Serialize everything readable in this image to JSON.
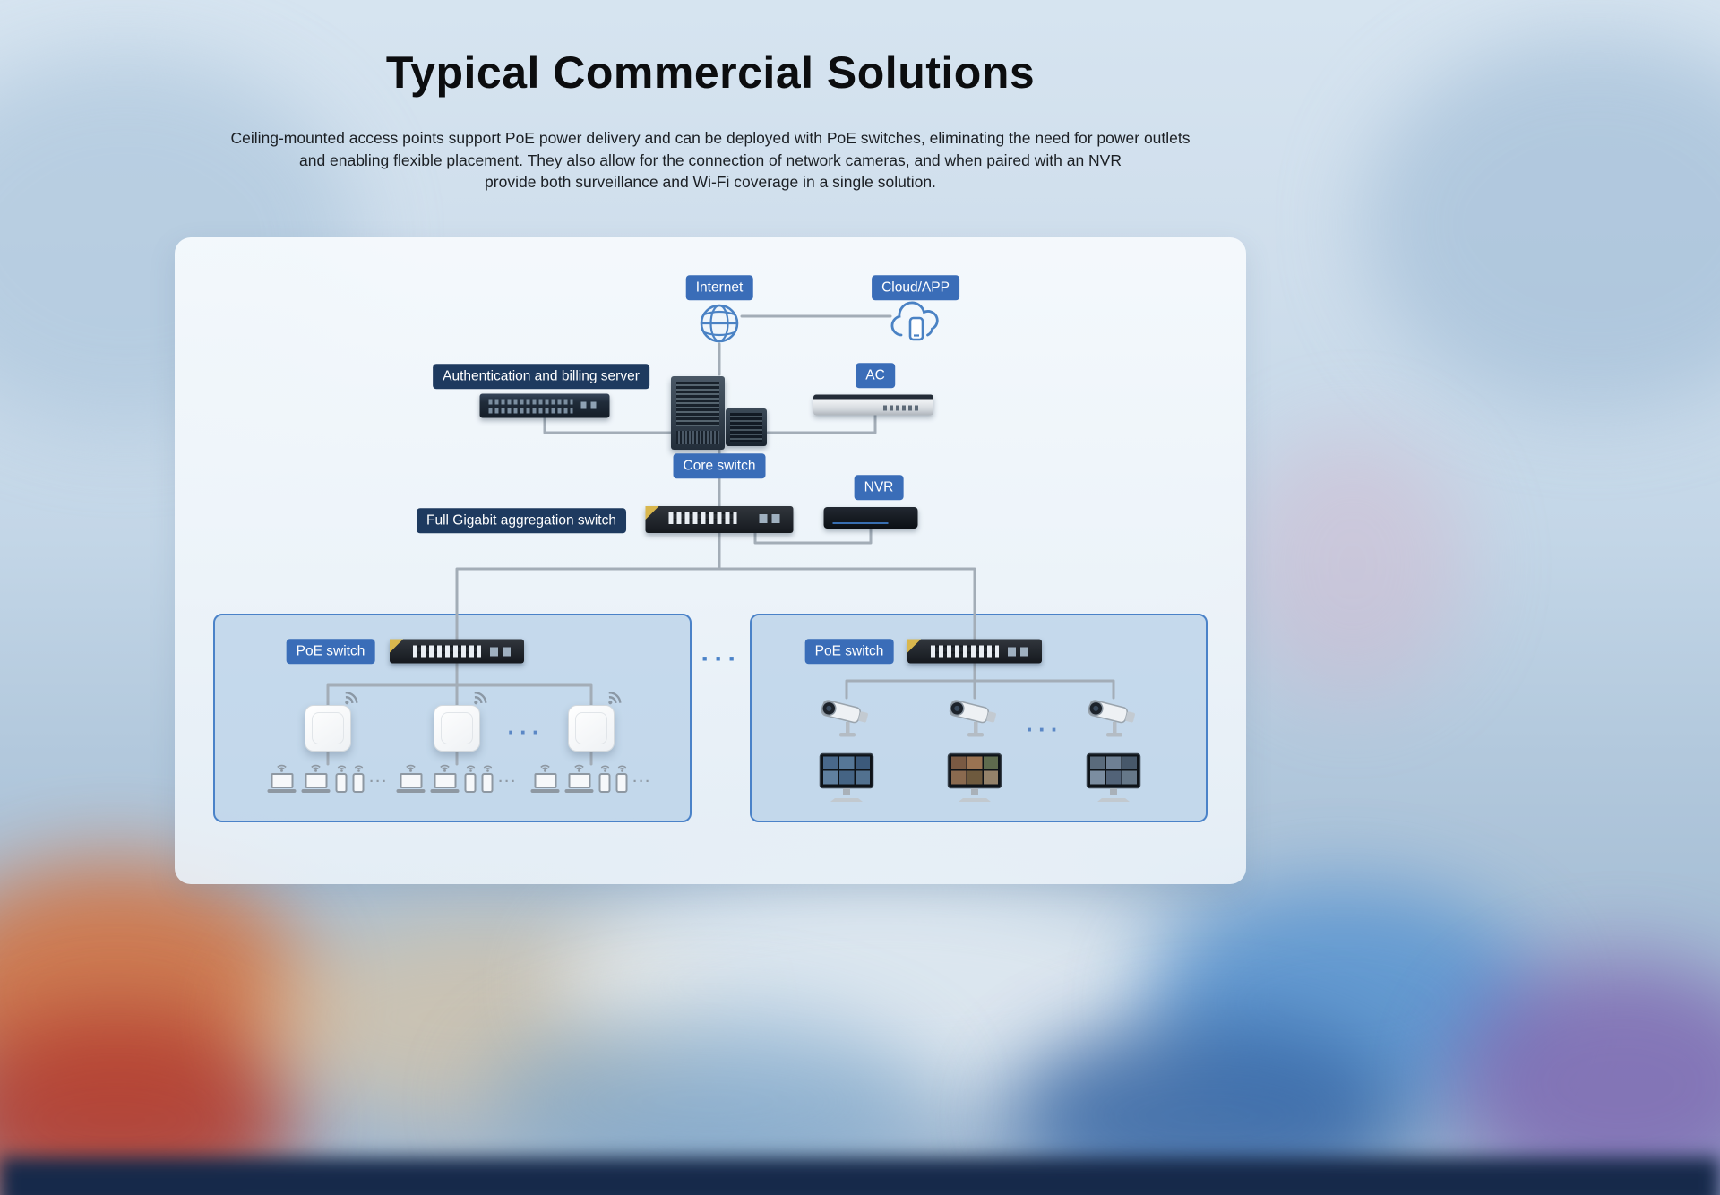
{
  "header": {
    "title": "Typical Commercial Solutions",
    "description": "Ceiling-mounted access points support PoE power delivery and can be deployed with PoE switches, eliminating the need for power outlets\nand enabling flexible placement. They also allow for the connection of network cameras, and when paired with an NVR\nprovide both surveillance and Wi-Fi coverage in a single solution."
  },
  "diagram": {
    "labels": {
      "internet": "Internet",
      "cloud_app": "Cloud/APP",
      "auth_server": "Authentication and billing server",
      "ac": "AC",
      "core_switch": "Core switch",
      "nvr": "NVR",
      "agg_switch": "Full Gigabit aggregation switch",
      "poe_switch": "PoE switch"
    },
    "ellipsis": "···",
    "colors": {
      "badge_blue": "#3a6db8",
      "badge_dark": "#1e3a5f",
      "connector": "#a3adb7",
      "group_border": "#4a82c8",
      "group_fill": "#a6c5e2"
    }
  }
}
